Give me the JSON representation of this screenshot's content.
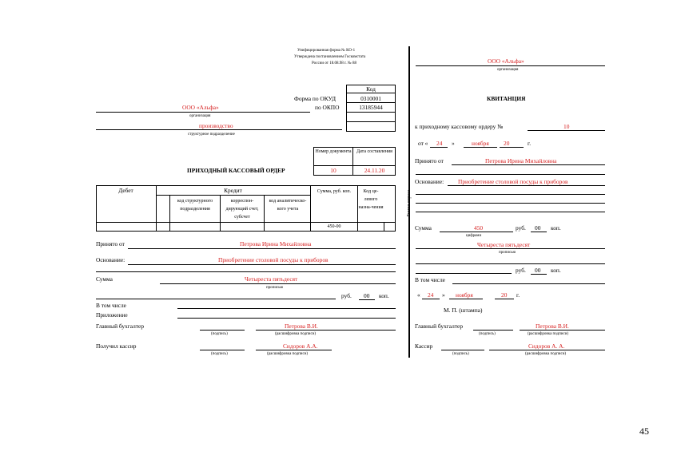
{
  "order": {
    "form_unified": "Унифицированная форма № КО-1",
    "form_approved": "Утверждена постановлением Госкомстата",
    "form_date": "России от 18.08.98 г. № 88",
    "code_header": "Код",
    "okud_label": "Форма по ОКУД",
    "okud_code": "0310001",
    "okpo_label": "по ОКПО",
    "okpo_code": "13185944",
    "org_name": "ООО «Альфа»",
    "org_caption": "организация",
    "dept_name": "производство",
    "dept_caption": "структурное подразделение",
    "doc_number_header": "Номер документа",
    "doc_date_header": "Дата составления",
    "title": "ПРИХОДНЫЙ КАССОВЫЙ ОРДЕР",
    "doc_number": "10",
    "doc_date": "24.11.20",
    "table": {
      "debit": "Дебет",
      "credit": "Кредит",
      "col_struct": "код структурного подразделения",
      "col_corr": "корреспон-дирующий счет, субсчет",
      "col_anal": "код аналитическо-кого учета",
      "col_sum": "Сумма, руб. коп.",
      "col_purpose": "Код це-левого назна-чения",
      "sum_value": "450-00"
    },
    "received_from_label": "Принято от",
    "received_from_value": "Петрова Ирина Михайловна",
    "basis_label": "Основание:",
    "basis_value": "Приобретение столовой посуды к приборов",
    "sum_label": "Сумма",
    "sum_words": "Четыреста пятьдесят",
    "words_caption": "прописью",
    "rub": "руб.",
    "kop_value": "00",
    "kop": "коп.",
    "including_label": "В том числе",
    "attachment_label": "Приложение",
    "chief_accountant_label": "Главный бухгалтер",
    "chief_accountant_name": "Петрова В.И.",
    "signature_caption": "(подпись)",
    "decode_caption": "(расшифровка подписи)",
    "cashier_label": "Получил кассир",
    "cashier_name": "Сидоров А.А."
  },
  "cut_line_text": "Линия отреза",
  "receipt": {
    "org_name": "ООО «Альфа»",
    "org_caption": "организация",
    "title": "КВИТАНЦИЯ",
    "to_order_label": "к приходному кассовому ордеру №",
    "order_number": "10",
    "from_label": "от «",
    "day": "24",
    "quote_close": "»",
    "month": "ноября",
    "year": "20",
    "year_suffix": "г.",
    "received_from_label": "Принято от",
    "received_from_value": "Петрова Ирина Михайловна",
    "basis_label": "Основание:",
    "basis_value": "Приобретение столовой посуды к приборов",
    "sum_label": "Сумма",
    "sum_digits": "450",
    "rub": "руб.",
    "kop_value": "00",
    "kop": "коп.",
    "digits_caption": "цифрами",
    "sum_words": "Четыреста пятьдесят",
    "words_caption": "прописью",
    "rub2": "руб.",
    "kop2_value": "00",
    "kop2": "коп.",
    "including_label": "В том числе",
    "date2_open": "«",
    "day2": "24",
    "date2_close": "»",
    "month2": "ноября",
    "year2": "20",
    "year2_suffix": "г.",
    "stamp": "М. П. (штампа)",
    "chief_accountant_label": "Главный бухгалтер",
    "chief_accountant_name": "Петрова В.И.",
    "signature_caption": "(подпись)",
    "decode_caption": "(расшифровка подписи)",
    "cashier_label": "Кассир",
    "cashier_name": "Сидоров А. А.",
    "signature_caption2": "(подпись)",
    "decode_caption2": "(расшифровка подписи)"
  },
  "page_number": "45"
}
